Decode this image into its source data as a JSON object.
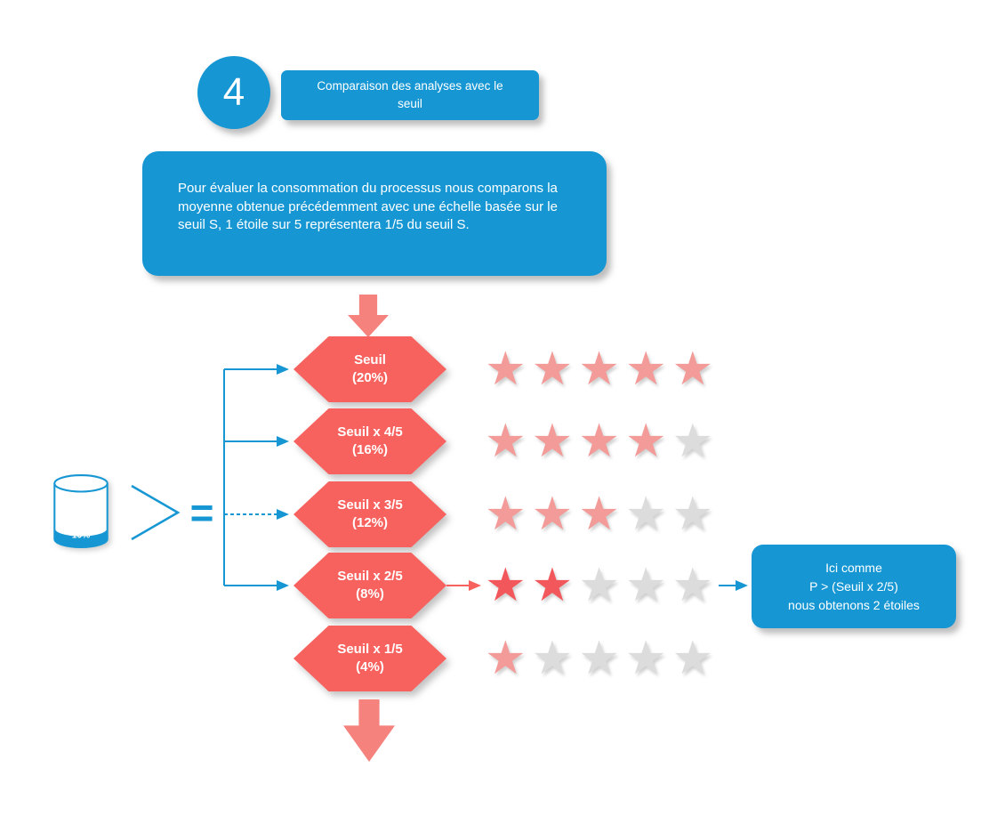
{
  "colors": {
    "blue": "#1697D4",
    "red": "#F8625E",
    "arrow_red": "#F6827D",
    "star_faded": "#F29B98",
    "star_bright": "#F2585B",
    "star_gray": "#DCDCDC"
  },
  "icons": {
    "star": "★"
  },
  "step_badge": {
    "number": "4"
  },
  "header": {
    "title": "Comparaison des analyses avec le seuil"
  },
  "description": "Pour évaluer la consommation du processus nous comparons la moyenne obtenue précédemment  avec une échelle basée sur le seuil S, 1 étoile sur 5 représentera 1/5 du seuil S.",
  "source": {
    "cylinder_label": "10%",
    "equals": "="
  },
  "stars_total": 5,
  "scale_rows": [
    {
      "label_line1": "Seuil",
      "label_line2": "(20%)",
      "stars_filled": 5,
      "star_style": "faded"
    },
    {
      "label_line1": "Seuil x 4/5",
      "label_line2": "(16%)",
      "stars_filled": 4,
      "star_style": "faded"
    },
    {
      "label_line1": "Seuil x 3/5",
      "label_line2": "(12%)",
      "stars_filled": 3,
      "star_style": "faded"
    },
    {
      "label_line1": "Seuil x 2/5",
      "label_line2": "(8%)",
      "stars_filled": 2,
      "star_style": "bright"
    },
    {
      "label_line1": "Seuil x 1/5",
      "label_line2": "(4%)",
      "stars_filled": 1,
      "star_style": "faded"
    }
  ],
  "result_note": {
    "lines": [
      "Ici comme",
      "P > (Seuil x 2/5)",
      "nous obtenons 2 étoiles"
    ]
  }
}
